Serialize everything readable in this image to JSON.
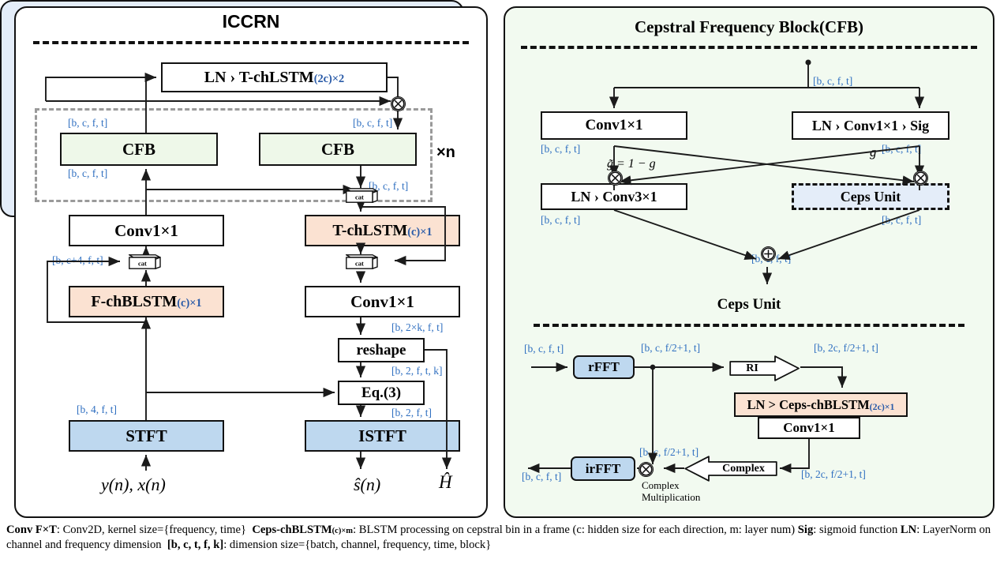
{
  "figure": {
    "left_panel_title": "ICCRN",
    "right_panel_title": "Cepstral Frequency Block(CFB)",
    "ceps_panel_title": "Ceps Unit"
  },
  "iccrn": {
    "blocks": {
      "ln_tchlstm": {
        "main": "LN › T-chLSTM",
        "sub": "(2c)×2"
      },
      "cfb_left": "CFB",
      "cfb_right": "CFB",
      "conv_left": "Conv1×1",
      "t_chlstm": {
        "main": "T-chLSTM",
        "sub": "(c)×1"
      },
      "f_chblstm": {
        "main": "F-chBLSTM",
        "sub": "(c)×1"
      },
      "conv_right": "Conv1×1",
      "reshape": "reshape",
      "eq3": "Eq.(3)",
      "stft": "STFT",
      "istft": "ISTFT",
      "cat_label": "cat"
    },
    "repeat_label": "×n",
    "dims": {
      "cfb_left_top": "[b, c, f, t]",
      "cfb_left_bottom": "[b, c, f, t]",
      "cfb_right_top": "[b, c, f, t]",
      "cfb_right_cat": "[b, c, f, t]",
      "conv_left_cat": "[b, c+4, f, t]",
      "after_conv_right": "[b, 2×k, f, t]",
      "after_reshape": "[b, 2, f, t, k]",
      "after_eq3": "[b, 2, f, t]",
      "stft_out": "[b, 4, f, t]"
    },
    "io": {
      "input": "y(n), x(n)",
      "output_signal": "ŝ(n)",
      "output_h": "Ĥ"
    }
  },
  "cfb": {
    "blocks": {
      "conv1x1": "Conv1×1",
      "ln_conv_sig": "LN › Conv1×1 › Sig",
      "ln_conv3x1": "LN › Conv3×1",
      "ceps_unit": "Ceps Unit"
    },
    "dims": {
      "input": "[b, c, f, t]",
      "left_branch": "[b, c, f, t]",
      "right_branch": "[b, c, f, t]",
      "left_out": "[b, c, f, t]",
      "right_out": "[b, c, f, t]",
      "sum_out": "[b, c, f, t]"
    },
    "gates": {
      "g_tilde": "g̃ = 1 − g",
      "g": "g"
    }
  },
  "ceps_unit": {
    "blocks": {
      "rfft": "rFFT",
      "ri": "RI",
      "ln_ceps_chblstm": {
        "main": "LN > Ceps-chBLSTM",
        "sub": "(2c)×1"
      },
      "conv1x1": "Conv1×1",
      "complex": "Complex",
      "irfft": "irFFT"
    },
    "dims": {
      "input": "[b, c, f, t]",
      "after_rfft": "[b, c, f/2+1, t]",
      "after_ri": "[b, 2c, f/2+1, t]",
      "skip": "[b, c, f/2+1, t]",
      "after_conv": "[b, 2c, f/2+1, t]",
      "output": "[b, c, f, t]"
    },
    "annotation_line1": "Complex",
    "annotation_line2": "Multiplication"
  },
  "caption": {
    "part1_bold": "Conv F×T",
    "part1_text": ": Conv2D, kernel size={frequency, time}  ",
    "part2_bold": "Ceps-chBLSTM",
    "part2_sub": "(c)×m",
    "part2_text": ": BLSTM processing on cepstral bin in a frame (c: hidden size for each direction, m: layer num) ",
    "part3_bold": "Sig",
    "part3_text": ": sigmoid function ",
    "part4_bold": "LN",
    "part4_text": ": LayerNorm on channel and frequency dimension  ",
    "part5_bold": "[b, c, t, f, k]",
    "part5_text": ": dimension size={batch, channel, frequency, time, block}"
  },
  "colors": {
    "green_fill": "#eef8e9",
    "blue_fill": "#bed8ef",
    "orange_fill": "#fbe2d2",
    "ceps_bg": "#e4edf9",
    "cfb_bg": "#f2faf0",
    "dim_text": "#2f6fc0",
    "stroke": "#111111"
  }
}
